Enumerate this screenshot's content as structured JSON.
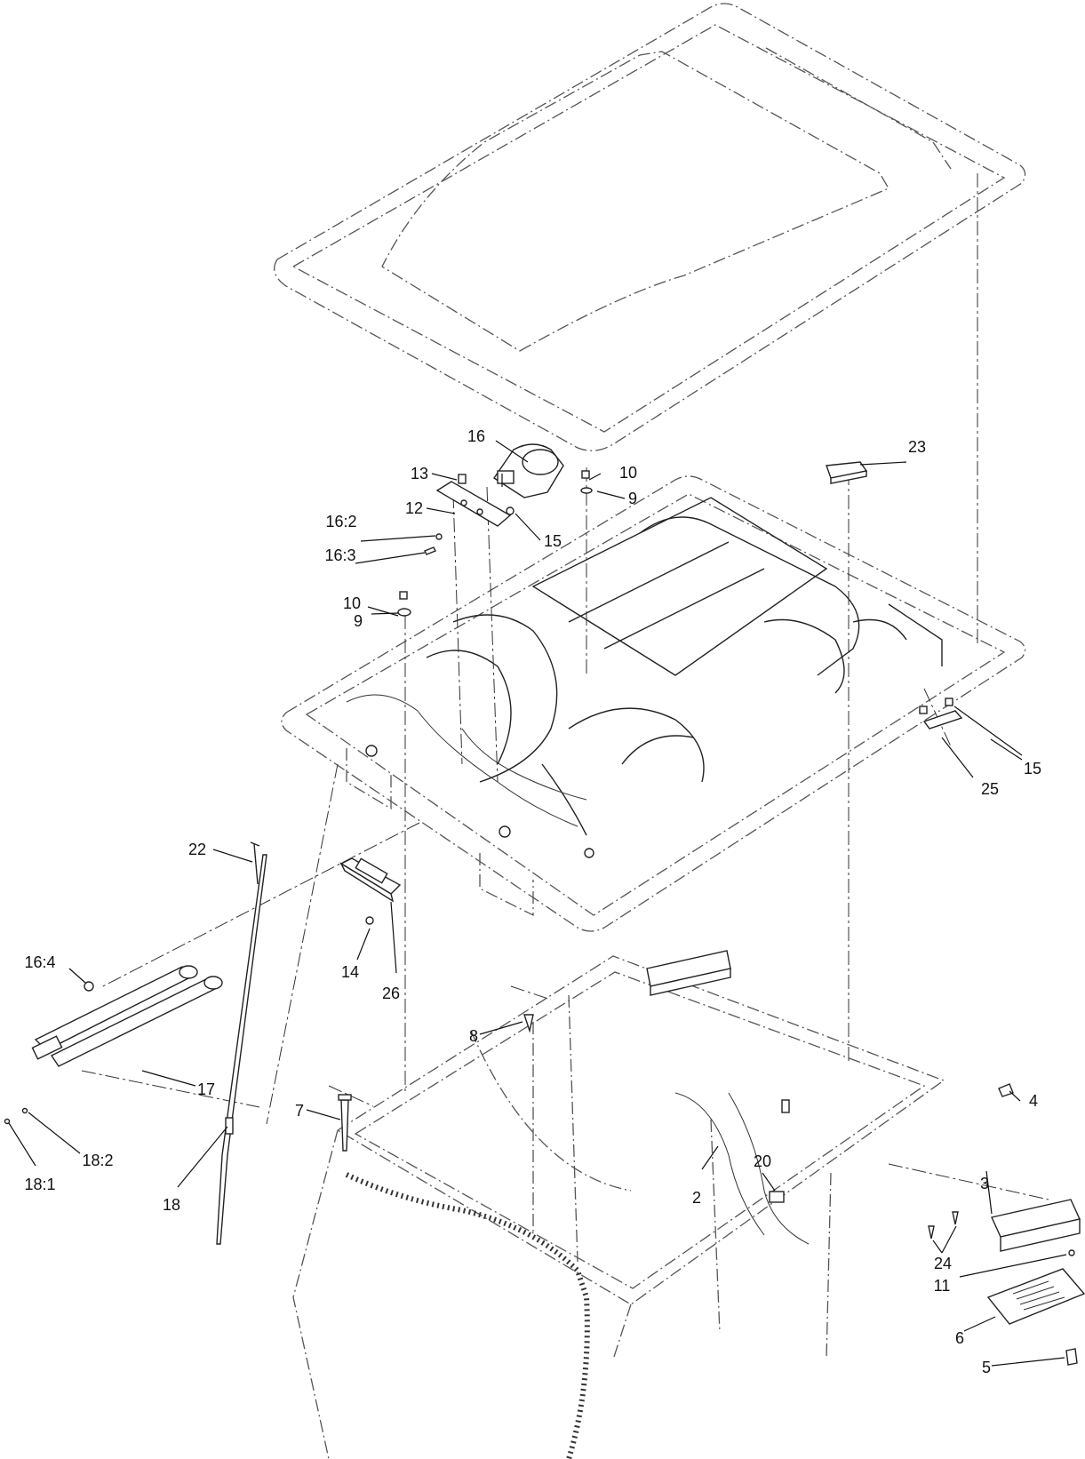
{
  "callouts": [
    {
      "id": "c-16",
      "text": "16"
    },
    {
      "id": "c-13",
      "text": "13"
    },
    {
      "id": "c-12",
      "text": "12"
    },
    {
      "id": "c-10a",
      "text": "10"
    },
    {
      "id": "c-9a",
      "text": "9"
    },
    {
      "id": "c-15a",
      "text": "15"
    },
    {
      "id": "c-16-2",
      "text": "16:2"
    },
    {
      "id": "c-16-3",
      "text": "16:3"
    },
    {
      "id": "c-10b",
      "text": "10"
    },
    {
      "id": "c-9b",
      "text": "9"
    },
    {
      "id": "c-23",
      "text": "23"
    },
    {
      "id": "c-15b",
      "text": "15"
    },
    {
      "id": "c-25",
      "text": "25"
    },
    {
      "id": "c-22",
      "text": "22"
    },
    {
      "id": "c-14",
      "text": "14"
    },
    {
      "id": "c-26",
      "text": "26"
    },
    {
      "id": "c-16-4",
      "text": "16:4"
    },
    {
      "id": "c-17",
      "text": "17"
    },
    {
      "id": "c-8",
      "text": "8"
    },
    {
      "id": "c-4",
      "text": "4"
    },
    {
      "id": "c-7",
      "text": "7"
    },
    {
      "id": "c-18-2",
      "text": "18:2"
    },
    {
      "id": "c-18-1",
      "text": "18:1"
    },
    {
      "id": "c-18",
      "text": "18"
    },
    {
      "id": "c-20",
      "text": "20"
    },
    {
      "id": "c-2",
      "text": "2"
    },
    {
      "id": "c-3",
      "text": "3"
    },
    {
      "id": "c-24",
      "text": "24"
    },
    {
      "id": "c-11",
      "text": "11"
    },
    {
      "id": "c-6",
      "text": "6"
    },
    {
      "id": "c-5",
      "text": "5"
    }
  ]
}
